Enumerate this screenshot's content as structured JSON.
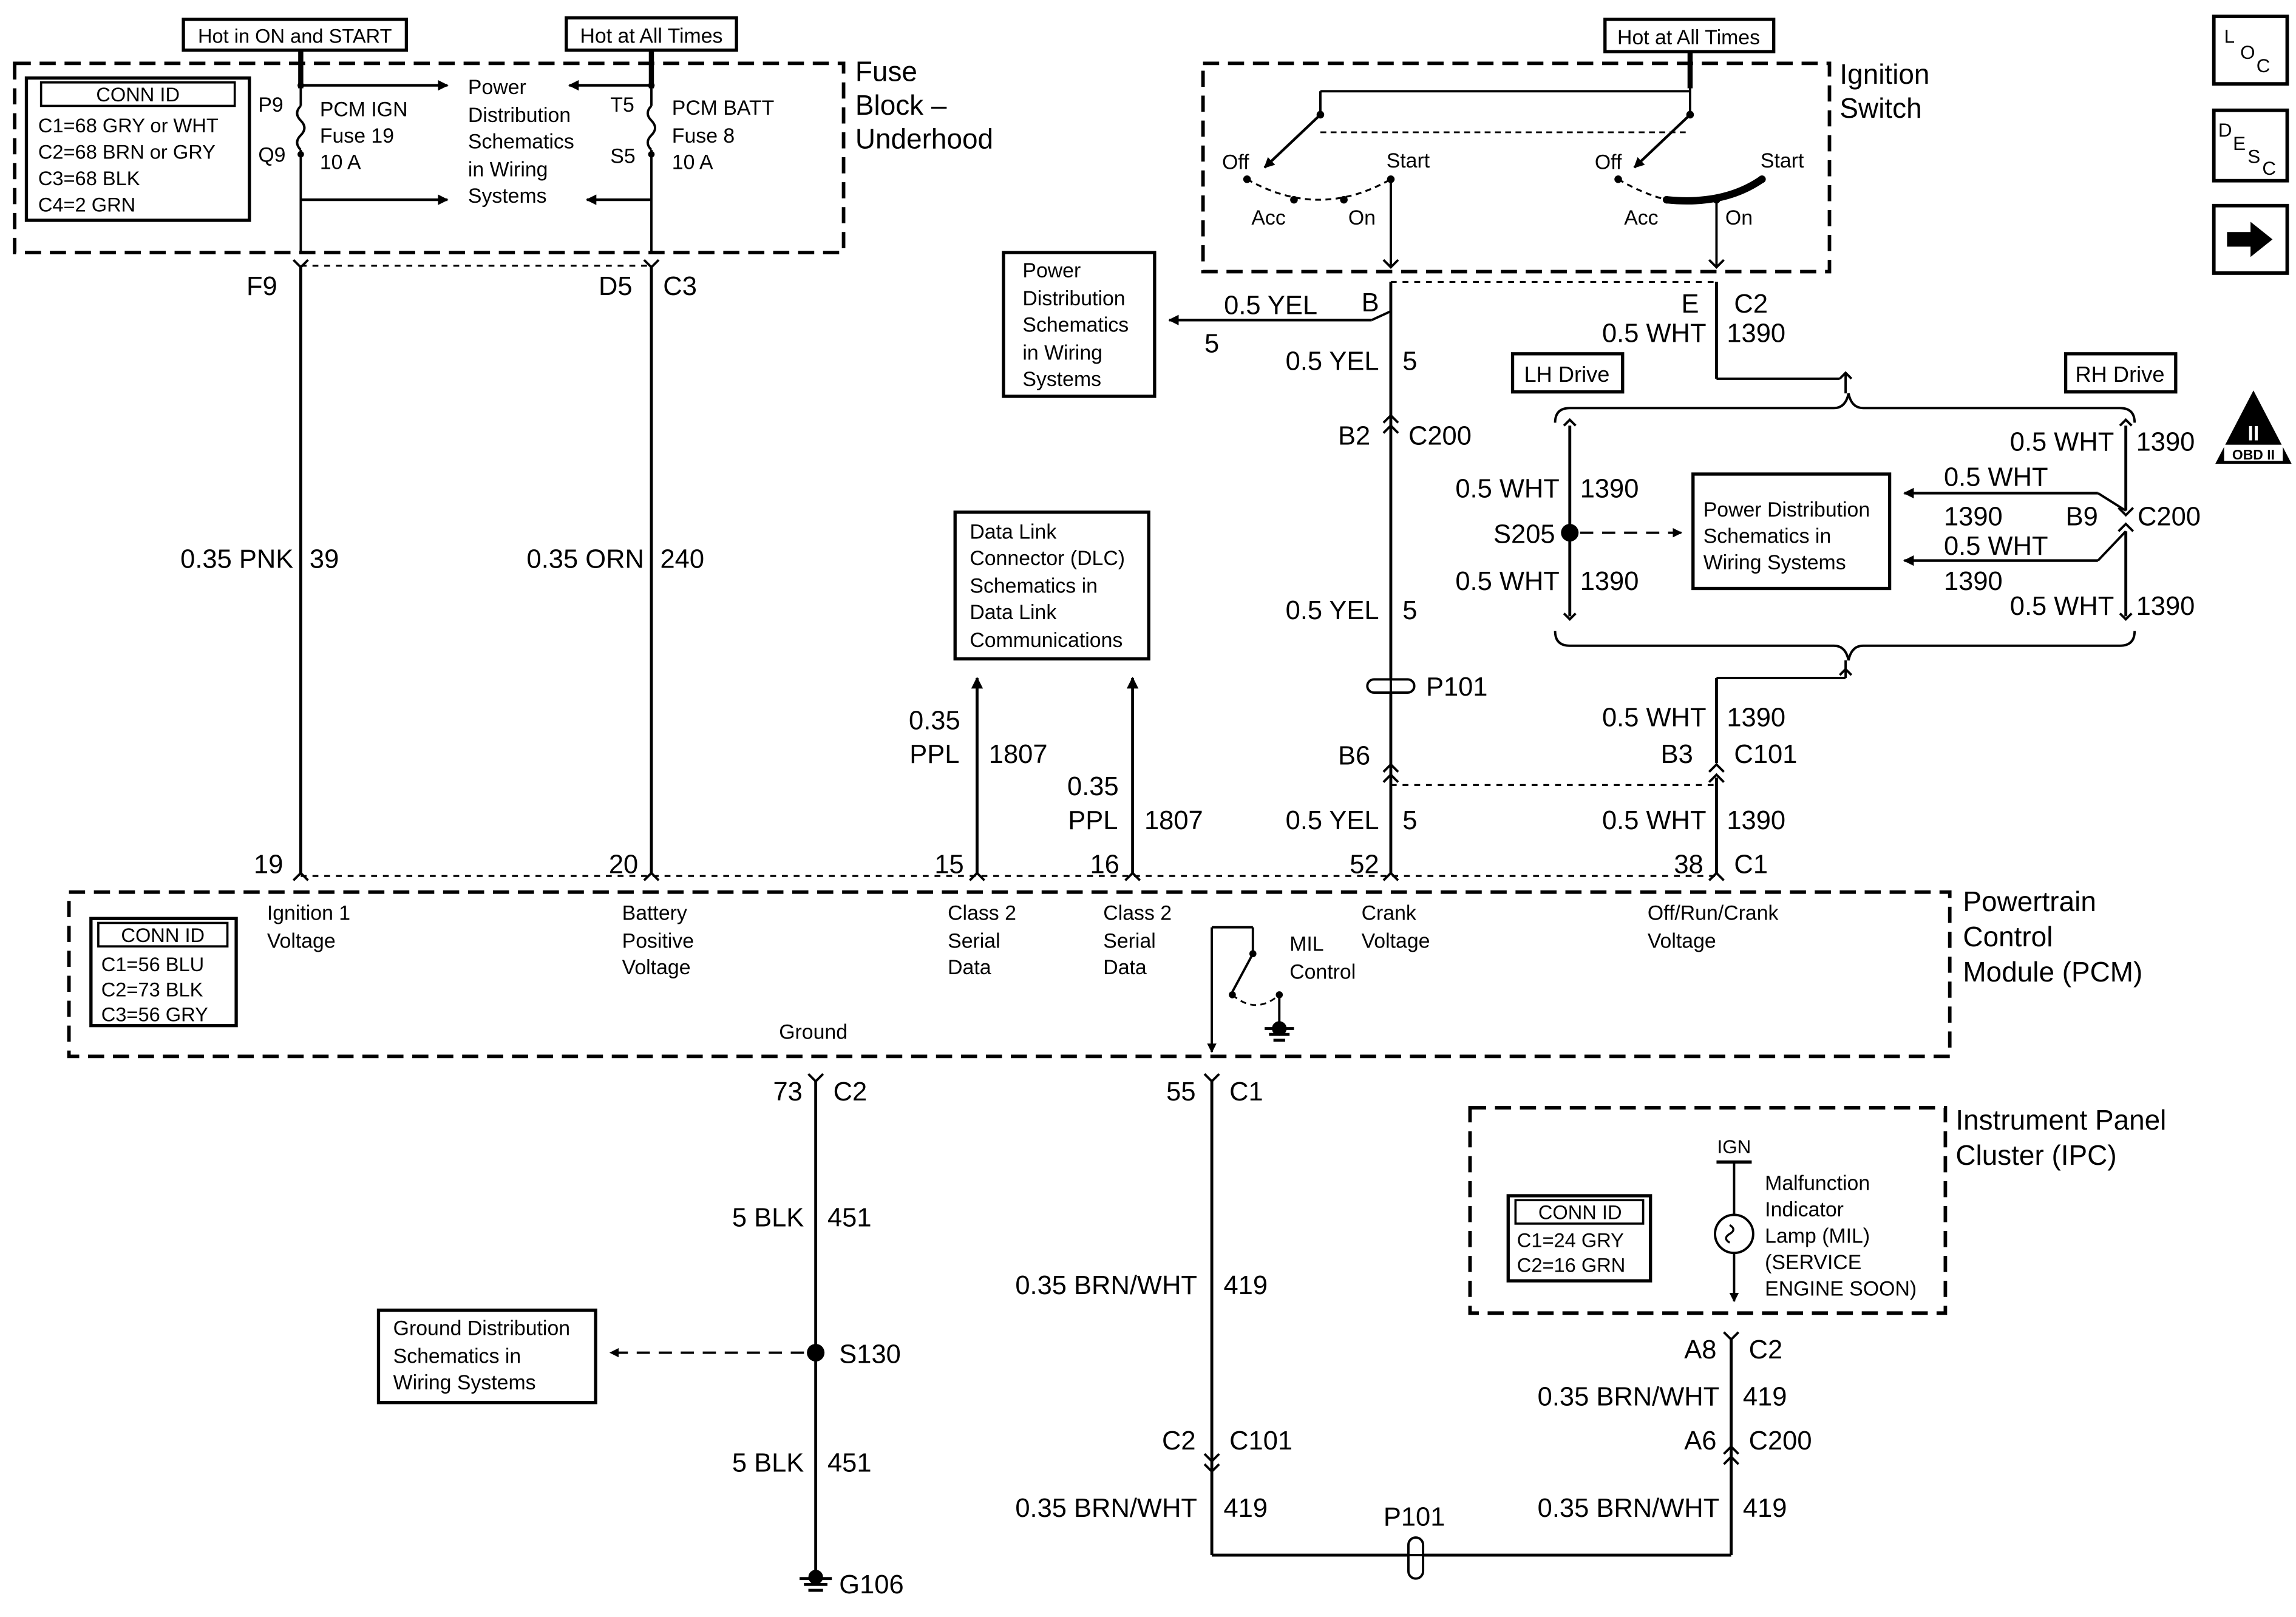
{
  "tags": {
    "hot_on_start": "Hot in ON and START",
    "hot_all_times_fuse": "Hot at All Times",
    "hot_all_times_ign": "Hot at All Times",
    "lh_drive": "LH Drive",
    "rh_drive": "RH Drive"
  },
  "fuse_block": {
    "title_l1": "Fuse",
    "title_l2": "Block –",
    "title_l3": "Underhood",
    "conn_id_title": "CONN ID",
    "conn_ids": [
      "C1=68 GRY or WHT",
      "C2=68 BRN or GRY",
      "C3=68 BLK",
      "C4=2 GRN"
    ],
    "fuse19": {
      "pin_top": "P9",
      "pin_bottom": "Q9",
      "l1": "PCM IGN",
      "l2": "Fuse 19",
      "l3": "10 A"
    },
    "fuse8": {
      "pin_top": "T5",
      "pin_bottom": "S5",
      "l1": "PCM BATT",
      "l2": "Fuse 8",
      "l3": "10 A"
    },
    "ref": [
      "Power",
      "Distribution",
      "Schematics",
      "in Wiring",
      "Systems"
    ],
    "terminals": {
      "f9": "F9",
      "d5": "D5",
      "c3": "C3"
    }
  },
  "ignition_switch": {
    "title_l1": "Ignition",
    "title_l2": "Switch",
    "off": "Off",
    "start": "Start",
    "acc": "Acc",
    "on": "On",
    "off2": "Off",
    "start2": "Start",
    "acc2": "Acc",
    "on2": "On"
  },
  "power_dist_ref_left": [
    "Power",
    "Distribution",
    "Schematics",
    "in Wiring",
    "Systems"
  ],
  "wires": {
    "pnk_gauge": "0.35 PNK",
    "pnk_circuit": "39",
    "orn_gauge": "0.35 ORN",
    "orn_circuit": "240",
    "ppl_a_gauge_l1": "0.35",
    "ppl_a_gauge_l2": "PPL",
    "ppl_a_circuit": "1807",
    "ppl_b_gauge_l1": "0.35",
    "ppl_b_gauge_l2": "PPL",
    "ppl_b_circuit": "1807",
    "yel_branch_gauge": "0.5 YEL",
    "yel_branch_circuit": "5",
    "yel_1_gauge": "0.5 YEL",
    "yel_1_circuit": "5",
    "yel_2_gauge": "0.5 YEL",
    "yel_2_circuit": "5",
    "yel_3_gauge": "0.5 YEL",
    "yel_3_circuit": "5",
    "wht_top_gauge": "0.5 WHT",
    "wht_top_circuit": "1390",
    "wht_s205_top_gauge": "0.5 WHT",
    "wht_s205_top_circuit": "1390",
    "wht_s205_bot_gauge": "0.5 WHT",
    "wht_s205_bot_circuit": "1390",
    "wht_rh_1_gauge": "0.5 WHT",
    "wht_rh_1_circuit": "1390",
    "wht_rh_2_gauge": "0.5 WHT",
    "wht_rh_2_circuit": "1390",
    "wht_rh_3_gauge": "0.5 WHT",
    "wht_rh_3_circuit": "1390",
    "wht_rh_4_gauge": "0.5 WHT",
    "wht_rh_4_circuit": "1390",
    "wht_b3_gauge": "0.5 WHT",
    "wht_b3_circuit": "1390",
    "wht_c1_gauge": "0.5 WHT",
    "wht_c1_circuit": "1390",
    "blk_1_gauge": "5 BLK",
    "blk_1_circuit": "451",
    "blk_2_gauge": "5 BLK",
    "blk_2_circuit": "451",
    "brn_1_gauge": "0.35 BRN/WHT",
    "brn_1_circuit": "419",
    "brn_2_gauge": "0.35 BRN/WHT",
    "brn_2_circuit": "419",
    "brn_3_gauge": "0.35 BRN/WHT",
    "brn_3_circuit": "419",
    "brn_4_gauge": "0.35 BRN/WHT",
    "brn_4_circuit": "419"
  },
  "connectors": {
    "ign_b": "B",
    "ign_e": "E",
    "ign_c2": "C2",
    "b2": "B2",
    "c200": "C200",
    "s205": "S205",
    "b9": "B9",
    "c200_rh": "C200",
    "p101": "P101",
    "b6": "B6",
    "b3": "B3",
    "c101": "C101",
    "c1_pcm": "C1",
    "pcm_73": "73",
    "pcm_c2": "C2",
    "pcm_55": "55",
    "pcm_c1": "C1",
    "s130": "S130",
    "g106": "G106",
    "c2_low": "C2",
    "c101_low": "C101",
    "p101_low": "P101",
    "a8": "A8",
    "c2_ipc": "C2",
    "a6": "A6",
    "c200_ipc": "C200"
  },
  "dlc_ref": [
    "Data Link",
    "Connector (DLC)",
    "Schematics in",
    "Data Link",
    "Communications"
  ],
  "power_dist_ref_right": [
    "Power Distribution",
    "Schematics in",
    "Wiring Systems"
  ],
  "pcm": {
    "title_l1": "Powertrain",
    "title_l2": "Control",
    "title_l3": "Module (PCM)",
    "conn_id_title": "CONN ID",
    "conn_ids": [
      "C1=56 BLU",
      "C2=73 BLK",
      "C3=56 GRY"
    ],
    "pins": [
      "19",
      "20",
      "15",
      "16",
      "52",
      "38"
    ],
    "ign1": [
      "Ignition 1",
      "Voltage"
    ],
    "batt": [
      "Battery",
      "Positive",
      "Voltage"
    ],
    "class2a": [
      "Class 2",
      "Serial",
      "Data"
    ],
    "class2b": [
      "Class 2",
      "Serial",
      "Data"
    ],
    "crank": [
      "Crank",
      "Voltage"
    ],
    "offrun": [
      "Off/Run/Crank",
      "Voltage"
    ],
    "mil": [
      "MIL",
      "Control"
    ],
    "ground": "Ground"
  },
  "ground_ref": [
    "Ground Distribution",
    "Schematics in",
    "Wiring Systems"
  ],
  "ipc": {
    "title_l1": "Instrument Panel",
    "title_l2": "Cluster (IPC)",
    "conn_id_title": "CONN ID",
    "conn_ids": [
      "C1=24 GRY",
      "C2=16 GRN"
    ],
    "ign": "IGN",
    "mil": [
      "Malfunction",
      "Indicator",
      "Lamp (MIL)",
      "(SERVICE",
      "ENGINE SOON)"
    ]
  },
  "nav": {
    "loc": [
      "L",
      "O",
      "C"
    ],
    "desc": [
      "D",
      "E",
      "S",
      "C"
    ],
    "next_icon": "right-arrow-icon"
  },
  "obd": {
    "top": "II",
    "bottom": "OBD II"
  }
}
